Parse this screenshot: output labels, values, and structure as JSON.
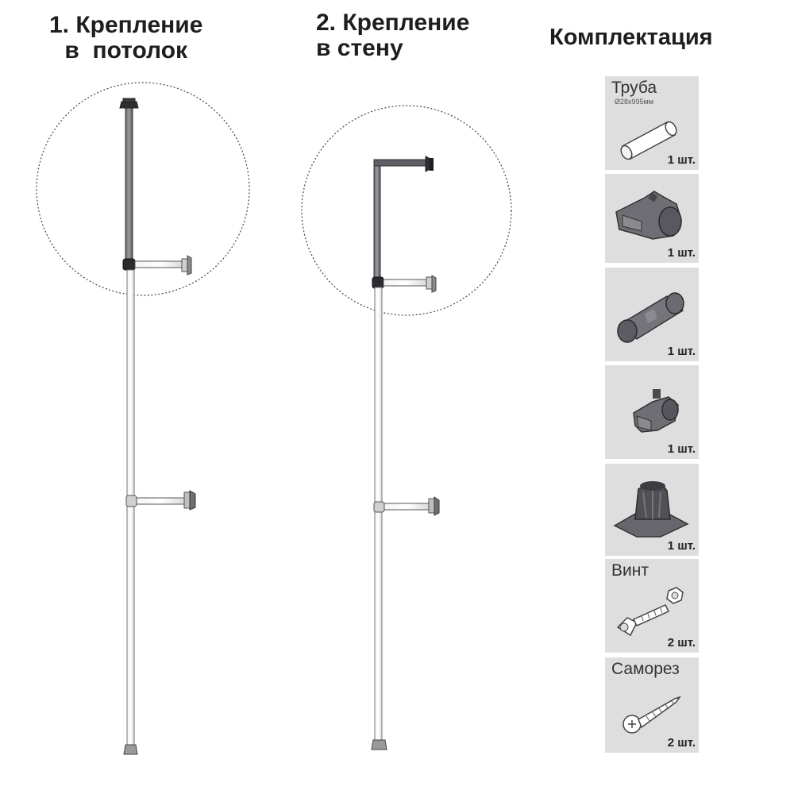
{
  "methods": [
    {
      "title": "1. Крепление\nв  потолок"
    },
    {
      "title": "2. Крепление\nв стену"
    }
  ],
  "kit": {
    "title": "Комплектация",
    "items": [
      {
        "name": "Труба",
        "spec": "Ø28x995мм",
        "qty": "1 шт.",
        "icon": "tube-icon"
      },
      {
        "name": "",
        "qty": "1 шт.",
        "icon": "pipe-connector-icon"
      },
      {
        "name": "",
        "qty": "1 шт.",
        "icon": "pipe-coupling-icon"
      },
      {
        "name": "",
        "qty": "1 шт.",
        "icon": "wall-clamp-icon"
      },
      {
        "name": "",
        "qty": "1 шт.",
        "icon": "ceiling-mount-icon"
      },
      {
        "name": "Винт",
        "qty": "2 шт.",
        "icon": "bolt-nut-icon"
      },
      {
        "name": "Саморез",
        "qty": "2 шт.",
        "icon": "self-tapping-screw-icon"
      }
    ]
  }
}
